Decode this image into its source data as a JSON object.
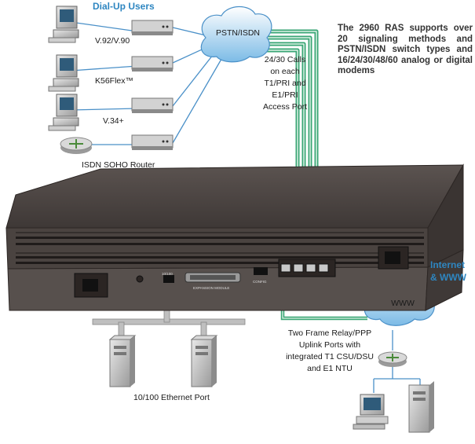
{
  "title": "Dial-Up Users",
  "clouds": {
    "pstn": "PSTN/ISDN",
    "www": "WWW"
  },
  "modems": {
    "m1": "V.92/V.90",
    "m2": "K56Flex™",
    "m3": "V.34+",
    "router": "ISDN SOHO Router"
  },
  "calls": {
    "l1": "24/30 Calls",
    "l2": "on each",
    "l3": "T1/PRI and",
    "l4": "E1/PRI",
    "l5": "Access Port"
  },
  "description": "The 2960 RAS supports over 20 signaling methods and PSTN/ISDN switch types and 16/24/30/48/60 analog or digital modems",
  "internet": {
    "l1": "Internet",
    "l2": "& WWW"
  },
  "uplink": {
    "l1": "Two Frame Relay/PPP",
    "l2": "Uplink Ports with",
    "l3": "integrated T1 CSU/DSU",
    "l4": "and E1 NTU"
  },
  "ethernet": "10/100 Ethernet Port",
  "device": {
    "module": "EXPANSION MODULE",
    "config": "CONFIG",
    "ethernet_tag": "10/100"
  },
  "colors": {
    "accent_blue": "#2e86c1",
    "cable_green": "#3aa675",
    "chassis": "#4a4340"
  }
}
